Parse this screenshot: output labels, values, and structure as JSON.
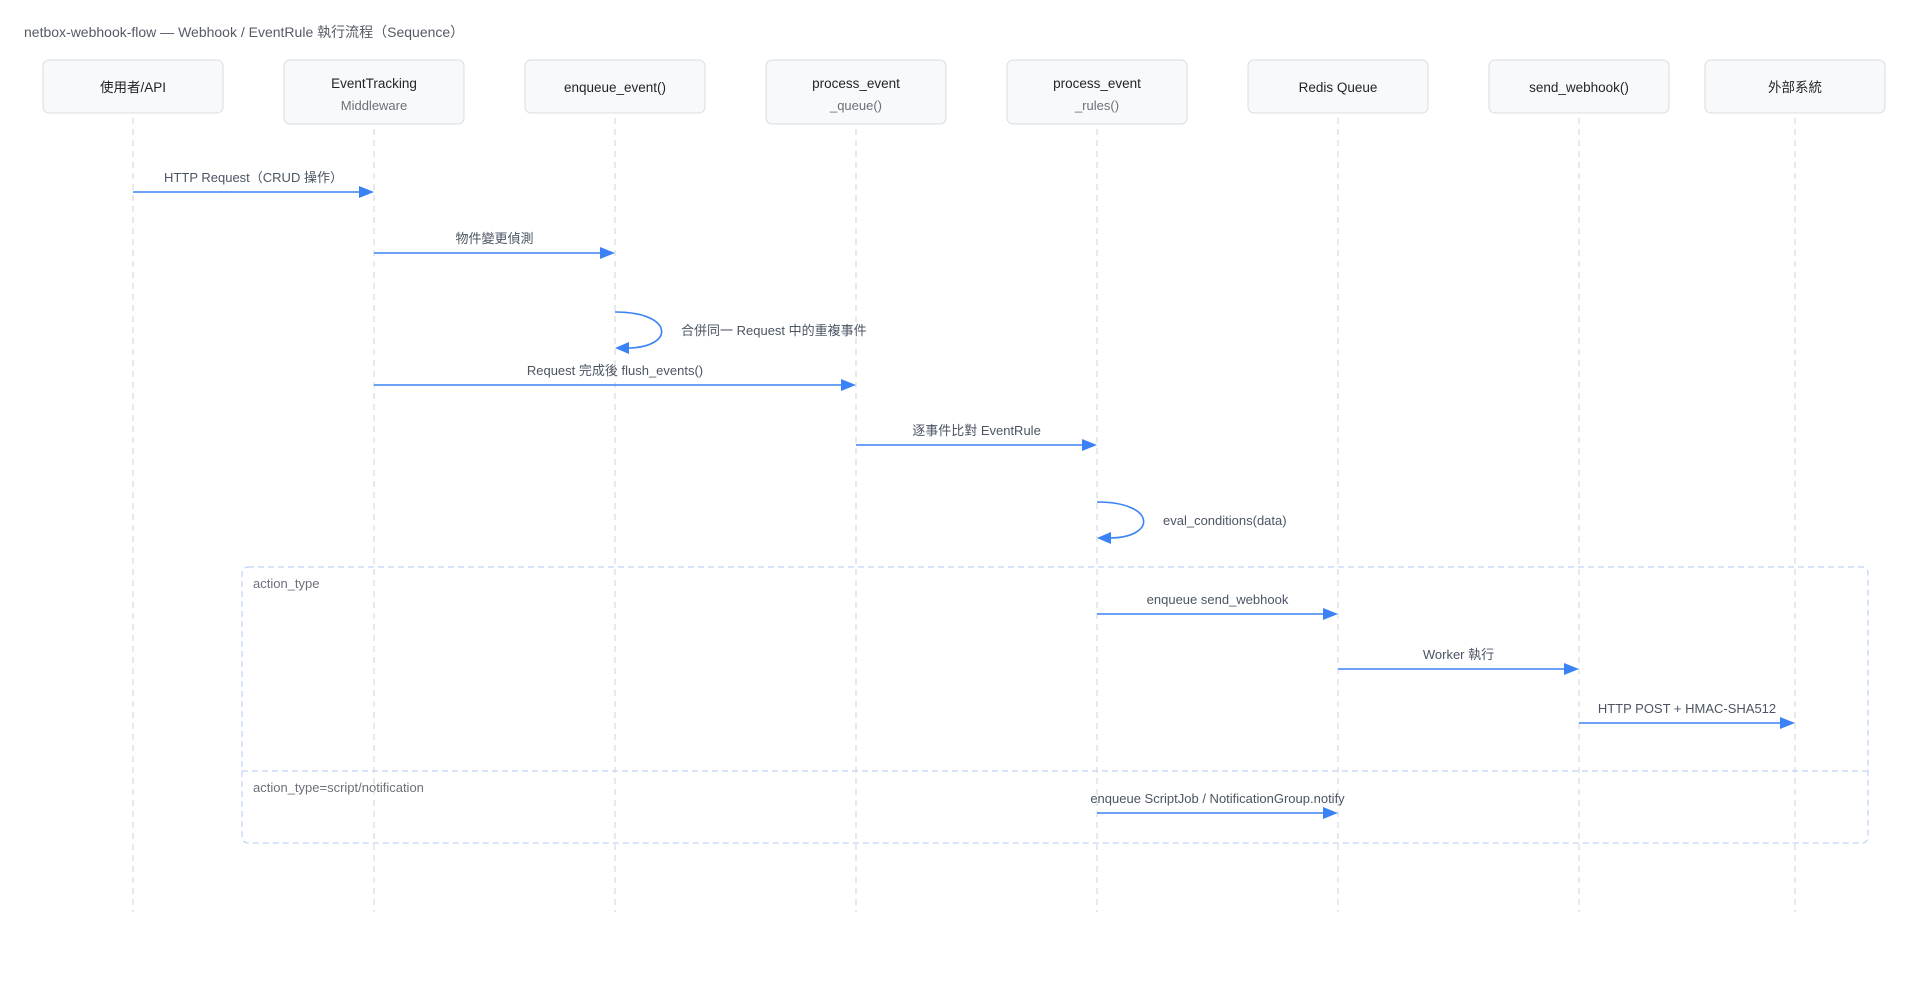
{
  "title": "netbox-webhook-flow — Webhook / EventRule 執行流程（Sequence）",
  "actors": [
    {
      "id": "user",
      "line1": "使用者/API",
      "line2": ""
    },
    {
      "id": "tracking",
      "line1": "EventTracking",
      "line2": "Middleware"
    },
    {
      "id": "enqueue",
      "line1": "enqueue_event()",
      "line2": ""
    },
    {
      "id": "pqueue",
      "line1": "process_event",
      "line2": "_queue()"
    },
    {
      "id": "prules",
      "line1": "process_event",
      "line2": "_rules()"
    },
    {
      "id": "redis",
      "line1": "Redis Queue",
      "line2": ""
    },
    {
      "id": "send",
      "line1": "send_webhook()",
      "line2": ""
    },
    {
      "id": "external",
      "line1": "外部系統",
      "line2": ""
    }
  ],
  "messages": [
    {
      "from": 0,
      "to": 1,
      "label": "HTTP Request（CRUD 操作）"
    },
    {
      "from": 1,
      "to": 2,
      "label": "物件變更偵測"
    },
    {
      "from": 2,
      "to": 2,
      "label": "合併同一 Request 中的重複事件"
    },
    {
      "from": 1,
      "to": 3,
      "label": "Request 完成後 flush_events()"
    },
    {
      "from": 3,
      "to": 4,
      "label": "逐事件比對 EventRule"
    },
    {
      "from": 4,
      "to": 4,
      "label": "eval_conditions(data)"
    },
    {
      "from": 4,
      "to": 5,
      "label": "enqueue send_webhook"
    },
    {
      "from": 5,
      "to": 6,
      "label": "Worker 執行"
    },
    {
      "from": 6,
      "to": 7,
      "label": "HTTP POST + HMAC-SHA512"
    },
    {
      "from": 4,
      "to": 5,
      "label": "enqueue ScriptJob / NotificationGroup.notify"
    }
  ],
  "fragment": {
    "sections": [
      {
        "label": "action_type"
      },
      {
        "label": "action_type=script/notification"
      }
    ]
  },
  "colors": {
    "arrow": "#3b82f6",
    "fragment": "#bfd3f5"
  }
}
